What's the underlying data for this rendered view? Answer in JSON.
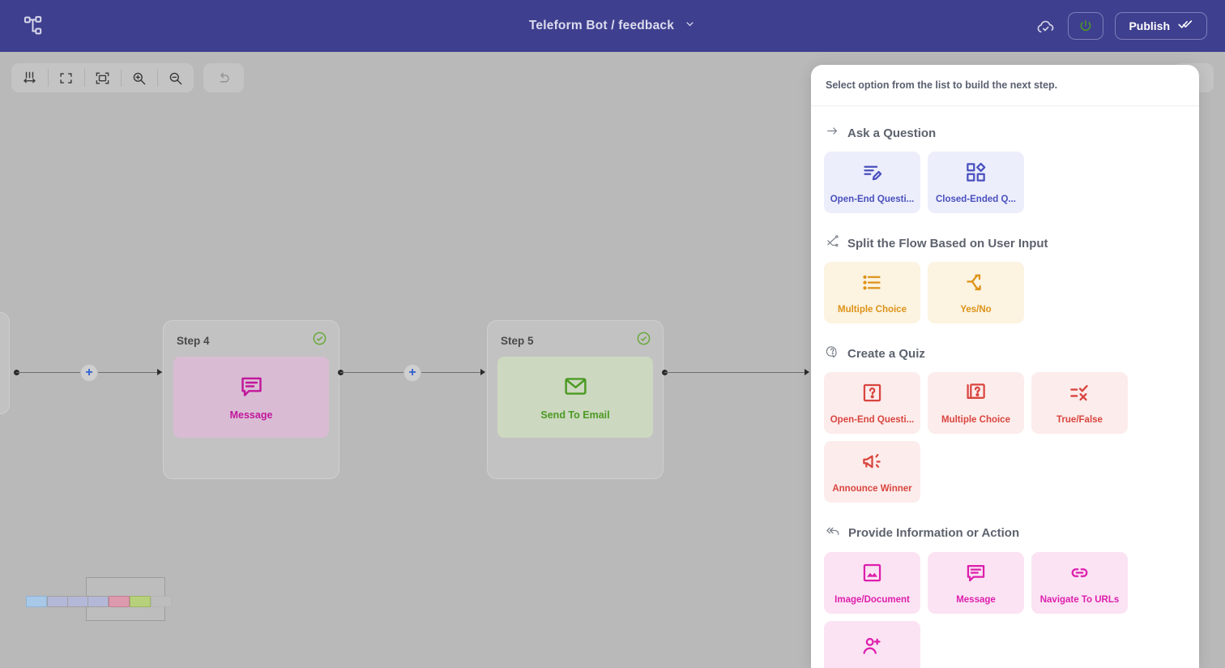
{
  "topbar": {
    "logo_icon": "flow-logo-icon",
    "title": "Teleform Bot / feedback",
    "dropdown_icon": "chevron-down-icon",
    "cloud_icon": "cloud-saved-icon",
    "power_icon": "power-icon",
    "publish_label": "Publish",
    "publish_icon": "double-check-icon",
    "accent_bg": "#3f3f8f",
    "power_color": "#4b9a23"
  },
  "toolbar": {
    "buttons": [
      {
        "name": "distribute-horizontal-icon"
      },
      {
        "name": "fit-view-icon"
      },
      {
        "name": "fullscreen-icon"
      },
      {
        "name": "zoom-in-icon"
      },
      {
        "name": "zoom-out-icon"
      }
    ],
    "undo_icon": "undo-icon"
  },
  "canvas": {
    "background": "#b9b9b9",
    "nodes": [
      {
        "title": "",
        "label": "",
        "variant": "blue",
        "partial": true
      },
      {
        "title": "Step 4",
        "label": "Message",
        "variant": "message",
        "status_icon": "check-circle-icon"
      },
      {
        "title": "Step 5",
        "label": "Send To Email",
        "variant": "email",
        "status_icon": "check-circle-icon"
      }
    ],
    "add_button_label": "+"
  },
  "minimap": {
    "name": "minimap",
    "nodes": [
      {
        "color": "#a8c8e8"
      },
      {
        "color": "#b4b8d8"
      },
      {
        "color": "#b4b8d8"
      },
      {
        "color": "#b4b8d8"
      },
      {
        "color": "#dd9aae"
      },
      {
        "color": "#b6d07c"
      },
      {
        "color": "#c0c0c0"
      }
    ]
  },
  "panel": {
    "header": "Select option from the list to build the next step.",
    "sections": [
      {
        "title": "Ask a Question",
        "icon": "arrow-right-icon",
        "theme": "indigo",
        "items": [
          {
            "label": "Open-End Questi...",
            "icon": "open-end-question-icon"
          },
          {
            "label": "Closed-Ended Q...",
            "icon": "closed-ended-question-icon"
          }
        ]
      },
      {
        "title": "Split the Flow Based on User Input",
        "icon": "split-flow-icon",
        "theme": "amber",
        "items": [
          {
            "label": "Multiple Choice",
            "icon": "list-icon"
          },
          {
            "label": "Yes/No",
            "icon": "branch-arrows-icon"
          }
        ]
      },
      {
        "title": "Create a Quiz",
        "icon": "quiz-question-icon",
        "theme": "red",
        "items": [
          {
            "label": "Open-End Questi...",
            "icon": "question-box-icon"
          },
          {
            "label": "Multiple Choice",
            "icon": "question-stack-icon"
          },
          {
            "label": "True/False",
            "icon": "true-false-icon"
          },
          {
            "label": "Announce Winner",
            "icon": "megaphone-icon"
          }
        ]
      },
      {
        "title": "Provide Information or Action",
        "icon": "reply-all-icon",
        "theme": "pink",
        "items": [
          {
            "label": "Image/Document",
            "icon": "image-icon"
          },
          {
            "label": "Message",
            "icon": "message-icon"
          },
          {
            "label": "Navigate To URLs",
            "icon": "link-icon"
          },
          {
            "label": "",
            "icon": "add-user-icon"
          }
        ]
      }
    ]
  },
  "colors": {
    "indigo": "#4a50bd",
    "amber": "#dd9318",
    "red": "#d9453f",
    "pink": "#dd1ead",
    "green": "#4b9a23",
    "magenta": "#c2179c"
  }
}
